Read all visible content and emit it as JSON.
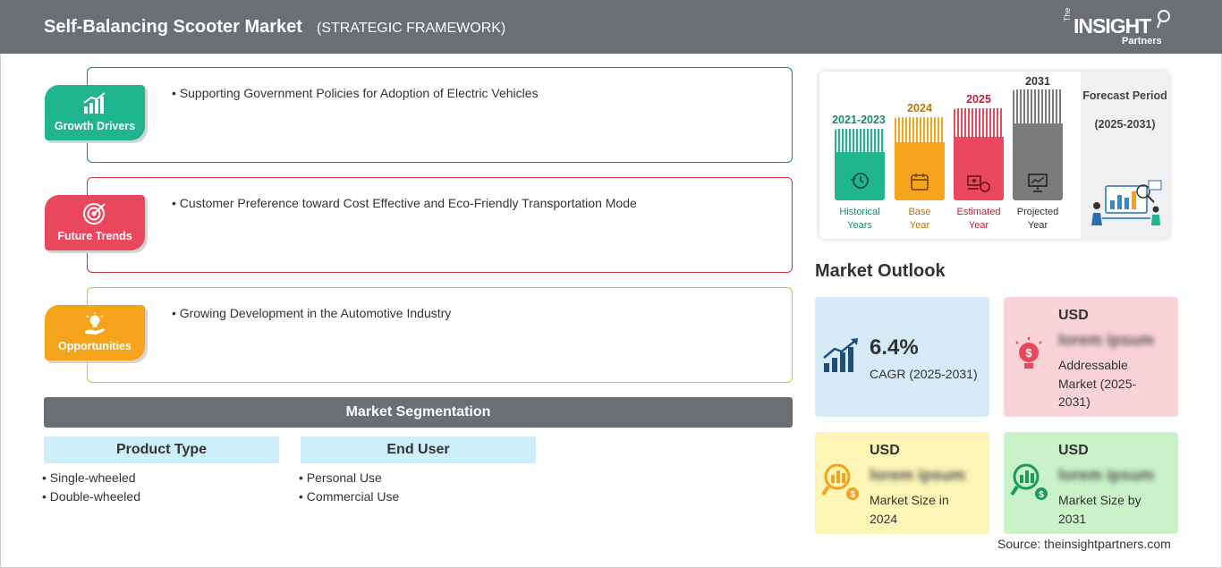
{
  "header": {
    "title": "Self-Balancing Scooter Market",
    "subtitle": "(STRATEGIC FRAMEWORK)",
    "logo": {
      "the": "The",
      "insight": "INSIGHT",
      "partners": "Partners"
    }
  },
  "framework": [
    {
      "label": "Growth Drivers",
      "icon": "growth-chart-icon",
      "color": "#1fb58f",
      "border": "#1a8a6e",
      "bullet": "Supporting Government Policies for Adoption of Electric Vehicles"
    },
    {
      "label": "Future Trends",
      "icon": "target-icon",
      "color": "#e8475c",
      "border": "#c8303f",
      "bullet": "Customer Preference toward Cost Effective and Eco-Friendly Transportation Mode"
    },
    {
      "label": "Opportunities",
      "icon": "lightbulb-hand-icon",
      "color": "#f5a31a",
      "border": "#f0b90b",
      "bullet": "Growing Development in the Automotive Industry"
    }
  ],
  "segmentation": {
    "title": "Market Segmentation",
    "groups": [
      {
        "heading": "Product Type",
        "items": [
          "Single-wheeled",
          "Double-wheeled"
        ]
      },
      {
        "heading": "End User",
        "items": [
          "Personal Use",
          "Commercial Use"
        ]
      }
    ]
  },
  "timeline": {
    "columns": [
      {
        "year": "2021-2023",
        "label_line1": "Historical",
        "label_line2": "Years",
        "color": "#1fb58f",
        "text_color": "#178a6c",
        "icon": "history-icon"
      },
      {
        "year": "2024",
        "label_line1": "Base",
        "label_line2": "Year",
        "color": "#f5a31a",
        "text_color": "#b8740a",
        "icon": "calendar-icon"
      },
      {
        "year": "2025",
        "label_line1": "Estimated",
        "label_line2": "Year",
        "color": "#e8475c",
        "text_color": "#b8253a",
        "icon": "estimate-icon"
      },
      {
        "year": "2031",
        "label_line1": "Projected",
        "label_line2": "Year",
        "color": "#7b7b7b",
        "text_color": "#333333",
        "icon": "presentation-icon"
      }
    ],
    "forecast_title": "Forecast Period",
    "forecast_period": "(2025-2031)"
  },
  "outlook": {
    "title": "Market Outlook",
    "cagr": {
      "value": "6.4%",
      "label": "CAGR (2025-2031)",
      "color": "#d6ebf7"
    },
    "addressable": {
      "currency": "USD",
      "value": "lorem ipsum",
      "label": "Addressable Market (2025-2031)",
      "color": "#f9d3d8"
    },
    "size_2024": {
      "currency": "USD",
      "value": "lorem ipsum",
      "label": "Market Size in 2024",
      "color": "#fcf5b6"
    },
    "size_2031": {
      "currency": "USD",
      "value": "lorem ipsum",
      "label": "Market Size by 2031",
      "color": "#c9f2c9"
    }
  },
  "source": "Source: theinsightpartners.com"
}
